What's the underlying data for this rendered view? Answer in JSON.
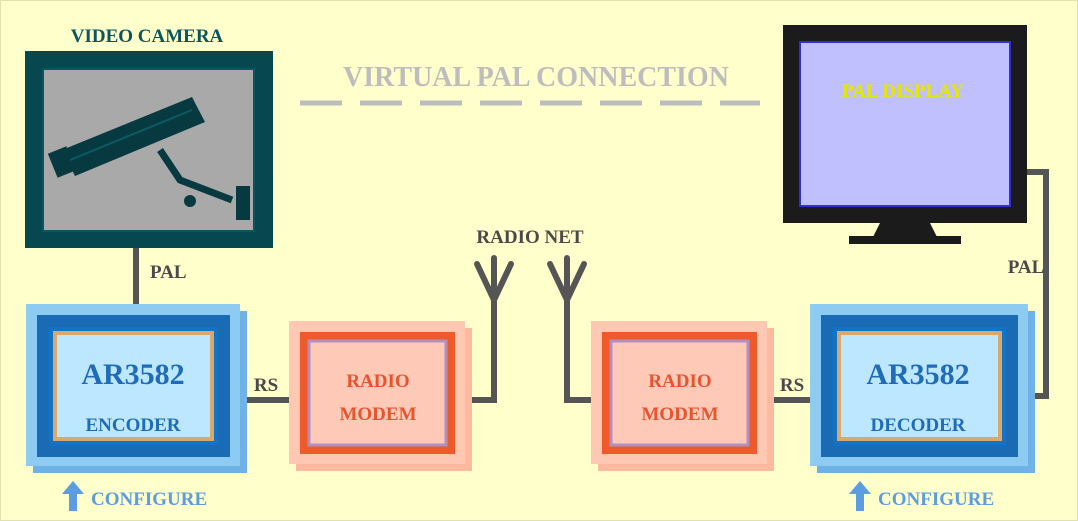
{
  "colors": {
    "background": "#ffffcc",
    "camera_frame": "#07474f",
    "camera_title": "#0a5560",
    "screen_gray": "#a9a9a9",
    "connector": "#555555",
    "virtual_link": "#bdbdbd",
    "modem_text": "#e8542e",
    "codec_text": "#1f6cb8",
    "display_text": "#e6e600",
    "configure_text": "#5b9de0",
    "label_text": "#4a4a4a"
  },
  "labels": {
    "video_camera": "VIDEO CAMERA",
    "virtual_pal": "VIRTUAL PAL CONNECTION",
    "pal_display": "PAL DISPLAY",
    "radio_net": "RADIO NET",
    "pal_left": "PAL",
    "pal_right": "PAL",
    "rs_left": "RS",
    "rs_right": "RS"
  },
  "encoder": {
    "model": "AR3582",
    "role": "ENCODER",
    "configure": "CONFIGURE"
  },
  "decoder": {
    "model": "AR3582",
    "role": "DECODER",
    "configure": "CONFIGURE"
  },
  "modems": [
    {
      "line1": "RADIO",
      "line2": "MODEM"
    },
    {
      "line1": "RADIO",
      "line2": "MODEM"
    }
  ],
  "icons": {
    "camera": "security-camera-icon",
    "antenna": "antenna-icon",
    "monitor": "monitor-icon",
    "configure": "arrow-up-icon"
  }
}
